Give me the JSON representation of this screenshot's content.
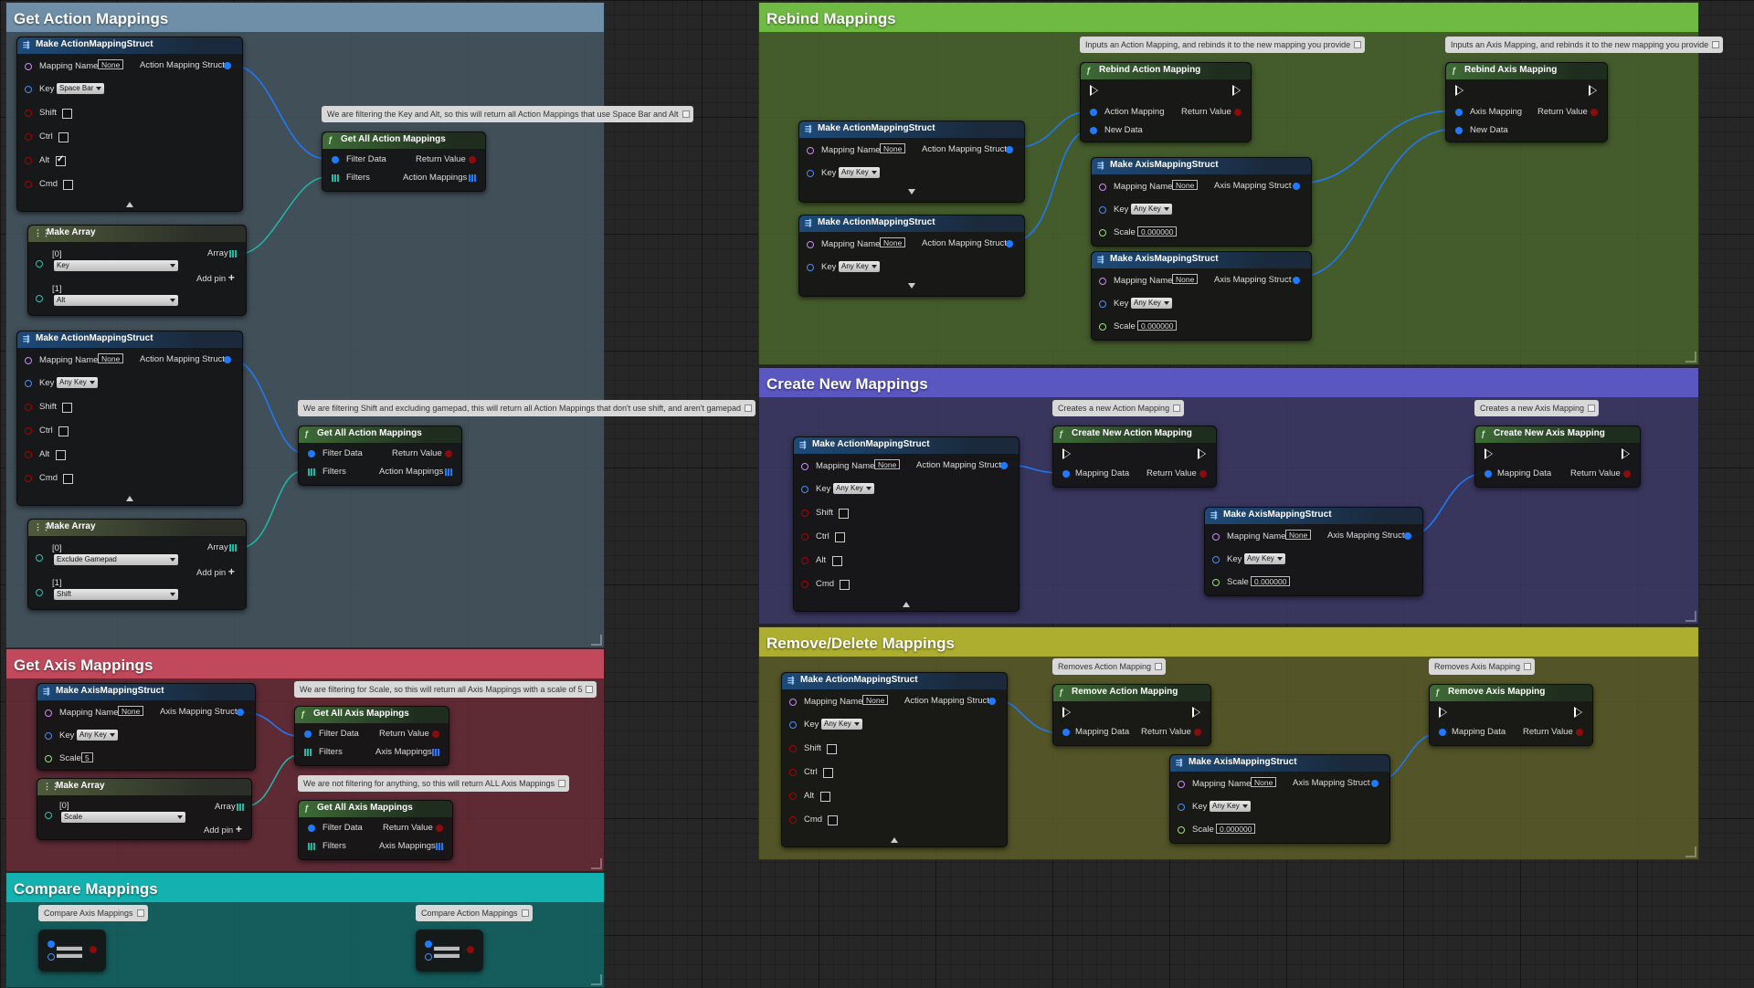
{
  "comments": {
    "get_action": "Get Action Mappings",
    "get_axis": "Get Axis Mappings",
    "compare": "Compare Mappings",
    "rebind": "Rebind Mappings",
    "create": "Create New Mappings",
    "remove": "Remove/Delete Mappings"
  },
  "colors": {
    "get_action_bg": "#485a66",
    "get_action_title": "#6f8fa8",
    "get_axis_bg": "#6d2d3a",
    "get_axis_title": "#c04a5c",
    "compare_bg": "#116a6a",
    "compare_title": "#13b2b0",
    "rebind_bg": "#4c6a2e",
    "rebind_title": "#6fba42",
    "create_bg": "#3d3b6b",
    "create_title": "#5a57c0",
    "remove_bg": "#5f6229",
    "remove_title": "#adad2f"
  },
  "labels": {
    "make_action": "Make ActionMappingStruct",
    "make_axis": "Make AxisMappingStruct",
    "make_array": "Make Array",
    "get_all_action": "Get All Action Mappings",
    "get_all_axis": "Get All Axis Mappings",
    "rebind_action": "Rebind Action Mapping",
    "rebind_axis": "Rebind Axis Mapping",
    "create_action": "Create New Action Mapping",
    "create_axis": "Create New Axis Mapping",
    "remove_action": "Remove Action Mapping",
    "remove_axis": "Remove Axis Mapping",
    "mapping_name": "Mapping Name",
    "none": "None",
    "key": "Key",
    "shift": "Shift",
    "ctrl": "Ctrl",
    "alt": "Alt",
    "cmd": "Cmd",
    "scale": "Scale",
    "action_mapping_struct": "Action Mapping Struct",
    "axis_mapping_struct": "Axis Mapping Struct",
    "array": "Array",
    "add_pin": "Add pin",
    "idx0": "[0]",
    "idx1": "[1]",
    "filter_data": "Filter Data",
    "filters": "Filters",
    "return_value": "Return Value",
    "action_mappings": "Action Mappings",
    "axis_mappings": "Axis Mappings",
    "action_mapping": "Action Mapping",
    "axis_mapping": "Axis Mapping",
    "new_data": "New Data",
    "mapping_data": "Mapping Data",
    "space_bar": "Space Bar",
    "any_key": "Any Key",
    "filter_key": "Key",
    "filter_alt": "Alt",
    "exclude_gamepad": "Exclude Gamepad",
    "filter_shift": "Shift",
    "filter_scale": "Scale",
    "scale_5": "5",
    "scale_zero": "0.000000"
  },
  "bubbles": {
    "filter_space_alt": "We are filtering the Key and Alt, so this will return all Action Mappings that use Space Bar and Alt",
    "filter_shift_gamepad": "We are filtering Shift and excluding gamepad, this will return all Action Mappings that don't use shift, and aren't gamepad",
    "filter_scale": "We are filtering for Scale, so this will return all Axis Mappings with a scale of 5",
    "no_filter": "We are not filtering for anything, so this will return ALL Axis Mappings",
    "compare_axis": "Compare Axis Mappings",
    "compare_action": "Compare Action Mappings",
    "rebind_action": "Inputs an Action Mapping, and rebinds it to the new mapping you provide",
    "rebind_axis": "Inputs an Axis Mapping, and rebinds it to the new mapping you provide",
    "create_action": "Creates a new Action Mapping",
    "create_axis": "Creates a new Axis Mapping",
    "remove_action": "Removes Action Mapping",
    "remove_axis": "Removes Axis Mapping"
  },
  "checkboxes": {
    "node1_alt": true
  }
}
